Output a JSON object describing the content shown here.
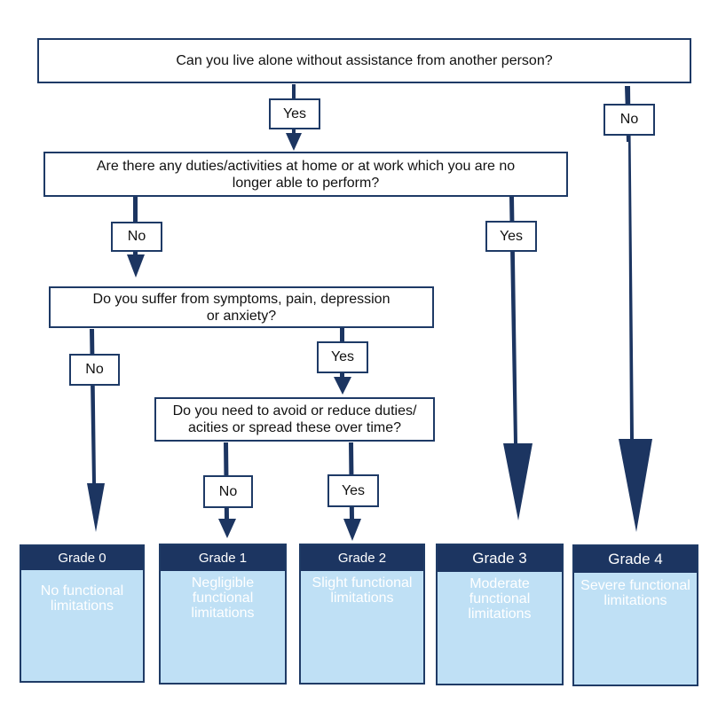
{
  "questions": {
    "q1": "Can you live alone without assistance from another person?",
    "q2": "Are there any duties/activities at home or at work which you are no longer able to perform?",
    "q3": "Do you suffer from symptoms, pain, depression or anxiety?",
    "q4": "Do you need to avoid or reduce duties/ acities or spread these over time?"
  },
  "answers": {
    "q1_yes": "Yes",
    "q1_no": "No",
    "q2_no": "No",
    "q2_yes": "Yes",
    "q3_no": "No",
    "q3_yes": "Yes",
    "q4_no": "No",
    "q4_yes": "Yes"
  },
  "grades": [
    {
      "title": "Grade 0",
      "description": "No functional limitations"
    },
    {
      "title": "Grade 1",
      "description": "Negligible functional limitations"
    },
    {
      "title": "Grade 2",
      "description": "Slight functional limitations"
    },
    {
      "title": "Grade 3",
      "description": "Moderate functional limitations"
    },
    {
      "title": "Grade 4",
      "description": "Severe functional limitations"
    }
  ],
  "colors": {
    "navy": "#1c3561",
    "light_blue": "#bfe0f5"
  }
}
